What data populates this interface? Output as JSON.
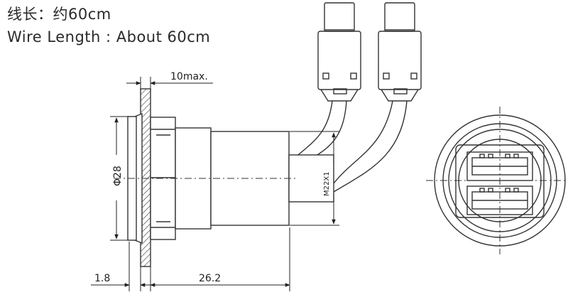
{
  "header": {
    "wire_length_cn": "线长：约60cm",
    "wire_length_en": "Wire Length : About 60cm"
  },
  "dimensions": {
    "panel_max": "10max.",
    "diameter": "Φ28",
    "thread": "M22X1",
    "flange_thickness": "1.8",
    "body_length": "26.2"
  }
}
